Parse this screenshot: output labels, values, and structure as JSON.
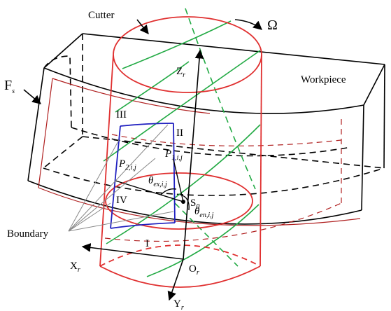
{
  "labels": {
    "cutter": "Cutter",
    "omega": "Ω",
    "workpiece": "Workpiece",
    "force_main": "F",
    "force_sub": "s",
    "zr_main": "Z",
    "zr_sub": "r",
    "xr_main": "X",
    "xr_sub": "r",
    "yr_main": "Y",
    "yr_sub": "r",
    "or_main": "O",
    "or_sub": "r",
    "s0": "S",
    "s0_sub": "0",
    "region_I": "I",
    "region_II": "II",
    "region_III": "III",
    "region_IV": "IV",
    "p1_main": "P",
    "p1_sub": "1,i,j",
    "p2_main": "P",
    "p2_sub": "2,i,j",
    "theta_ex_main": "θ",
    "theta_ex_sub": "ex,i,j",
    "theta_en_main": "θ",
    "theta_en_sub": "en,i,j",
    "boundary": "Boundary"
  },
  "colors": {
    "cutter": "#e03030",
    "workpiece": "#000000",
    "workpiece_hidden": "#b02020",
    "helix": "#22aa44",
    "contact_region": "#2020c0"
  }
}
